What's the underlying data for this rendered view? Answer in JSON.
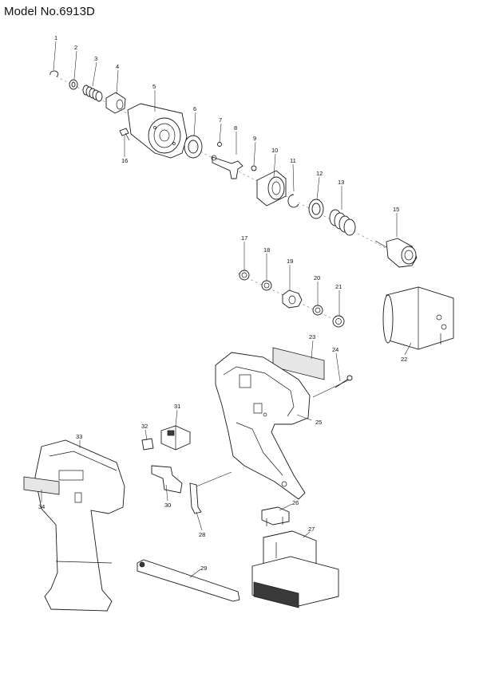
{
  "header": {
    "model": "Model No.6913D"
  },
  "parts": [
    {
      "id": "part-1",
      "label": "1"
    },
    {
      "id": "part-2",
      "label": "2"
    },
    {
      "id": "part-3",
      "label": "3"
    },
    {
      "id": "part-4",
      "label": "4"
    },
    {
      "id": "part-5",
      "label": "5"
    },
    {
      "id": "part-6",
      "label": "6"
    },
    {
      "id": "part-7",
      "label": "7"
    },
    {
      "id": "part-8",
      "label": "8"
    },
    {
      "id": "part-9",
      "label": "9"
    },
    {
      "id": "part-10",
      "label": "10"
    },
    {
      "id": "part-11",
      "label": "11"
    },
    {
      "id": "part-12",
      "label": "12"
    },
    {
      "id": "part-13",
      "label": "13"
    },
    {
      "id": "part-15",
      "label": "15"
    },
    {
      "id": "part-16",
      "label": "16"
    },
    {
      "id": "part-17",
      "label": "17"
    },
    {
      "id": "part-18",
      "label": "18"
    },
    {
      "id": "part-19",
      "label": "19"
    },
    {
      "id": "part-20",
      "label": "20"
    },
    {
      "id": "part-21",
      "label": "21"
    },
    {
      "id": "part-22",
      "label": "22"
    },
    {
      "id": "part-23",
      "label": "23"
    },
    {
      "id": "part-24",
      "label": "24"
    },
    {
      "id": "part-25",
      "label": "25"
    },
    {
      "id": "part-26",
      "label": "26"
    },
    {
      "id": "part-27",
      "label": "27"
    },
    {
      "id": "part-28",
      "label": "28"
    },
    {
      "id": "part-29",
      "label": "29"
    },
    {
      "id": "part-30",
      "label": "30"
    },
    {
      "id": "part-31",
      "label": "31"
    },
    {
      "id": "part-32",
      "label": "32"
    },
    {
      "id": "part-33",
      "label": "33"
    },
    {
      "id": "part-34",
      "label": "34"
    }
  ]
}
